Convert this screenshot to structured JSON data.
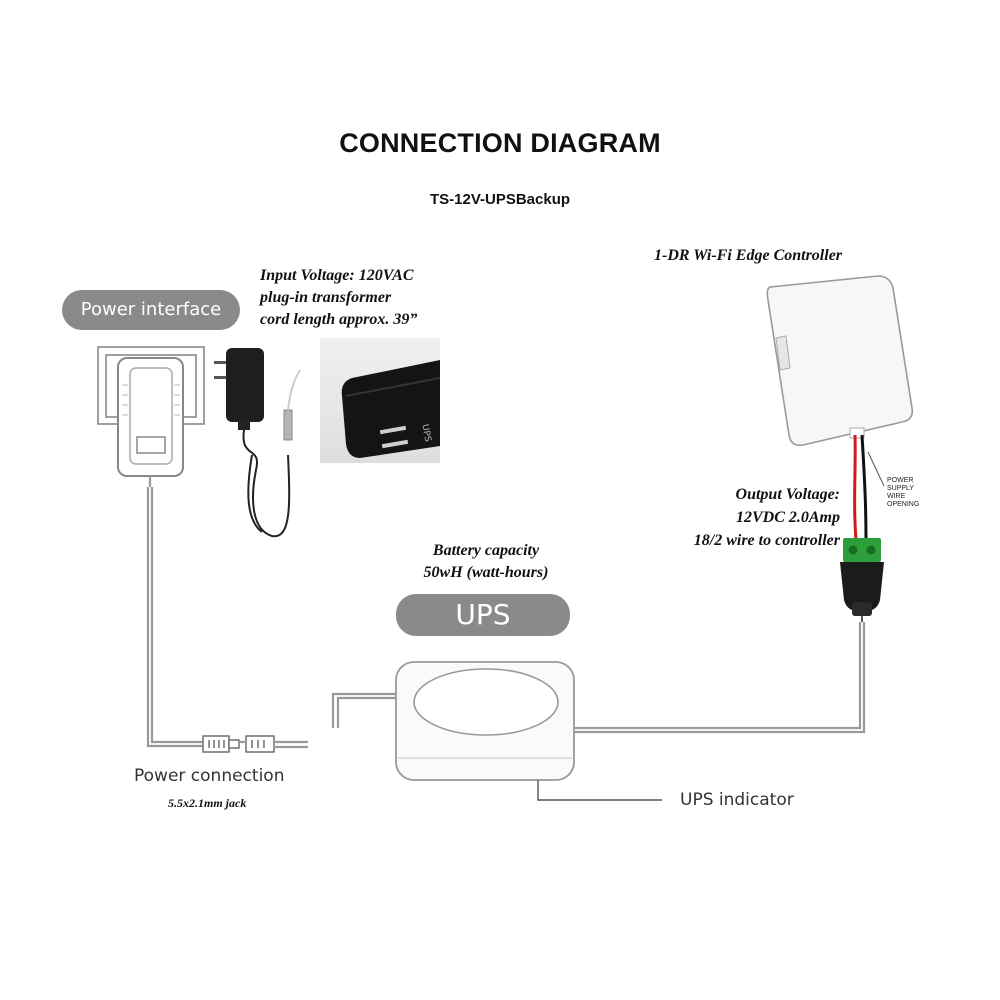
{
  "header": {
    "title": "CONNECTION DIAGRAM",
    "model": "TS-12V-UPSBackup"
  },
  "power_interface": {
    "label": "Power interface"
  },
  "input_note": {
    "lines": [
      "Input Voltage: 120VAC",
      "plug-in transformer",
      "cord length approx. 39”"
    ]
  },
  "photo": {
    "imprint": "UPS"
  },
  "controller": {
    "title": "1-DR Wi-Fi Edge Controller",
    "opening_lines": [
      "POWER",
      "SUPPLY",
      "WIRE",
      "OPENING"
    ]
  },
  "output_note": {
    "lines": [
      "Output Voltage:",
      "12VDC 2.0Amp",
      "18/2 wire to controller"
    ]
  },
  "battery_note": {
    "lines": [
      "Battery capacity",
      "50wH (watt-hours)"
    ]
  },
  "ups": {
    "label": "UPS",
    "indicator_label": "UPS indicator"
  },
  "power_connection": {
    "label": "Power connection",
    "jack": "5.5x2.1mm jack"
  },
  "colors": {
    "pill_gray": "#8a8a8a",
    "wire_red": "#d11a1a",
    "terminal_green": "#2e9e3a"
  }
}
